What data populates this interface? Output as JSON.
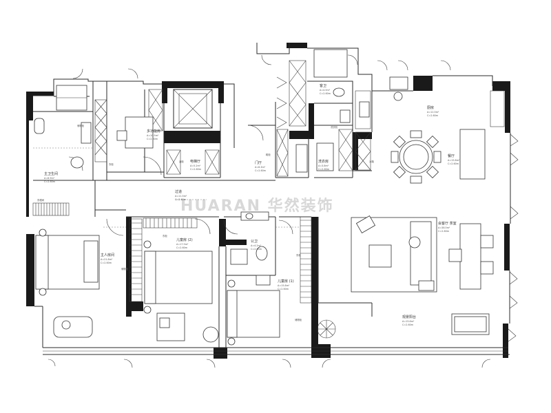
{
  "watermark": "HUARAN 华然装饰",
  "rooms": {
    "master_bathroom": {
      "name": "主卫生间",
      "area": "A=8.9m²",
      "height": "C=2.60m"
    },
    "study": {
      "name": "多功能房",
      "area": "A=10.5m²",
      "height": "C=2.60m"
    },
    "elevator": {
      "name": "电梯厅",
      "area": "A=5.2m²",
      "height": "C=2.60m"
    },
    "foyer": {
      "name": "门厅",
      "area": "A=6.3m²",
      "height": "C=2.60m"
    },
    "guest_bathroom": {
      "name": "客卫",
      "area": "A=4.5m²",
      "height": "C=2.60m"
    },
    "laundry": {
      "name": "洗衣房",
      "area": "A=3.8m²",
      "height": "C=2.60m"
    },
    "kitchen": {
      "name": "厨房",
      "area": "A=12.5m²",
      "height": "C=2.60m"
    },
    "dining": {
      "name": "餐厅",
      "area": "A=15.8m²",
      "height": "C=2.60m"
    },
    "corridor": {
      "name": "过道",
      "area": "A=11.5m²",
      "height": "C=2.60m"
    },
    "master_bedroom": {
      "name": "主人房间",
      "area": "A=21.8m²",
      "height": "C=2.60m"
    },
    "kids_room_2": {
      "name": "儿童房 (2)",
      "area": "A=17.5m²",
      "height": "C=2.60m"
    },
    "public_bathroom": {
      "name": "公卫",
      "area": "A=4.2m²",
      "height": "C=2.60m"
    },
    "kids_room_1": {
      "name": "儿童房 (1)",
      "area": "A=15.8m²",
      "height": "C=2.60m"
    },
    "living_room": {
      "name": "会客厅 茶室",
      "area": "A=38.5m²",
      "height": "C=2.60m"
    },
    "landscape_balcony": {
      "name": "观景阳台",
      "area": "A=15.6m²",
      "height": "C=2.60m"
    }
  },
  "fixtures": {
    "wardrobe": "衣柜",
    "dressing": "衣帽间",
    "shoe_cabinet": "鞋柜",
    "storage": "储物柜",
    "fridge": "冰箱",
    "display_cabinet": "酒柜",
    "washer": "洗衣机"
  }
}
